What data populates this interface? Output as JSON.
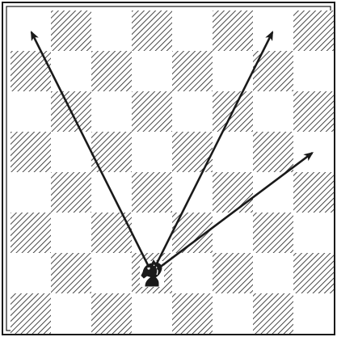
{
  "diagram": {
    "type": "chessboard",
    "files": 8,
    "ranks": 8,
    "dark_square_fill": "diagonal-hatching",
    "hatch_color": "#1a1a1a",
    "light_square_color": "#ffffff",
    "border_color": "#1a1a1a",
    "arrow_color": "#1a1a1a"
  },
  "pieces": [
    {
      "name": "knight",
      "color": "black",
      "square": "d2"
    }
  ],
  "arrows": [
    {
      "from": "d2",
      "to": "a8"
    },
    {
      "from": "d2",
      "to": "g8"
    },
    {
      "from": "d2",
      "to": "h5"
    }
  ]
}
